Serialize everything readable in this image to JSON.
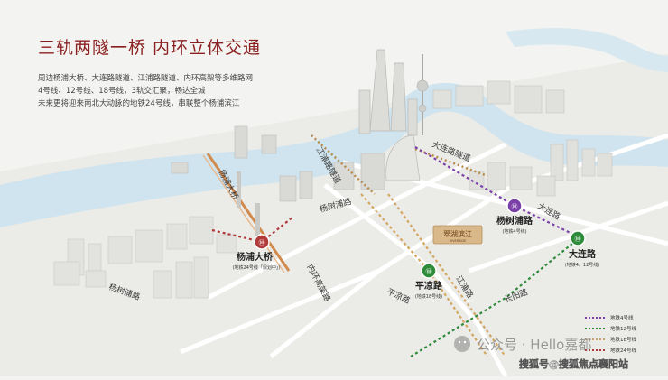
{
  "header": {
    "title": "三轨两隧一桥 内环立体交通",
    "lines": [
      "周边杨浦大桥、大连路隧道、江浦路隧道、内环高架等多维路网",
      "4号线、12号线、18号线，3轨交汇聚，畅达全城",
      "未来更将迎来南北大动脉的地铁24号线，串联整个杨浦滨江"
    ]
  },
  "roads": {
    "jiangpu_tunnel": "江浦路隧道",
    "dalian_tunnel": "大连路隧道",
    "yangpu_bridge": "杨浦大桥",
    "yangshupu_road": "杨树浦路",
    "inner_ring": "内环高架路",
    "pingliang_road": "平凉路",
    "jiangpu_road": "江浦路",
    "changyang_road": "长阳路",
    "dalian_road": "大连路"
  },
  "project": {
    "name": "翠湖滨江",
    "sub": "RIVERSIDE"
  },
  "stations": [
    {
      "name": "杨浦大桥",
      "lines": "(地铁24号线「规划中」)"
    },
    {
      "name": "杨树浦路",
      "lines": "(地铁4号线)"
    },
    {
      "name": "平凉路",
      "lines": "(地铁18号线)"
    },
    {
      "name": "大连路",
      "lines": "(地铁4、12号线)"
    }
  ],
  "legend": [
    {
      "label": "地铁4号线",
      "color": "#7b3fa8"
    },
    {
      "label": "地铁12号线",
      "color": "#2e8b3a"
    },
    {
      "label": "地铁18号线",
      "color": "#c8a26a"
    },
    {
      "label": "地铁24号线",
      "color": "#b03a3a"
    }
  ],
  "colors": {
    "river": "#cfe4ee",
    "title": "#8a1f1f",
    "line4": "#7b3fa8",
    "line12": "#2e8b3a",
    "line18": "#d4a661",
    "line24": "#b03a3a",
    "tunnel": "#b98a4a"
  },
  "watermark": {
    "wechat": "公众号 · Hello嘉都",
    "sohu": "搜狐号@搜狐焦点襄阳站"
  }
}
